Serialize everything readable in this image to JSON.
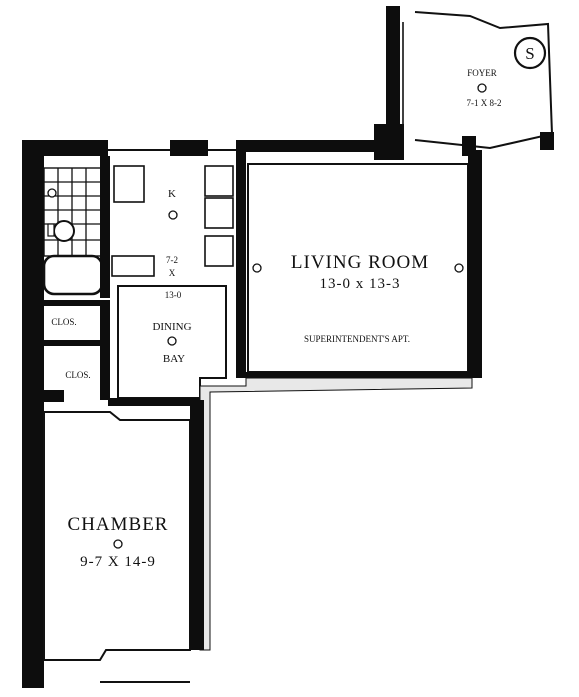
{
  "plan": {
    "badge": "S",
    "rooms": {
      "foyer": {
        "name": "FOYER",
        "dims": "7-1 X 8-2"
      },
      "living": {
        "name": "LIVING  ROOM",
        "dims": "13-0 x 13-3",
        "note": "SUPERINTENDENT'S APT."
      },
      "kitchen": {
        "name": "K",
        "dims_top": "7-2",
        "dims_x": "X",
        "dims_bottom": "13-0"
      },
      "dining": {
        "name": "DINING",
        "sub": "BAY"
      },
      "closet_1": {
        "name": "CLOS."
      },
      "closet_2": {
        "name": "CLOS."
      },
      "chamber": {
        "name": "CHAMBER",
        "dims": "9-7 X 14-9"
      }
    }
  }
}
